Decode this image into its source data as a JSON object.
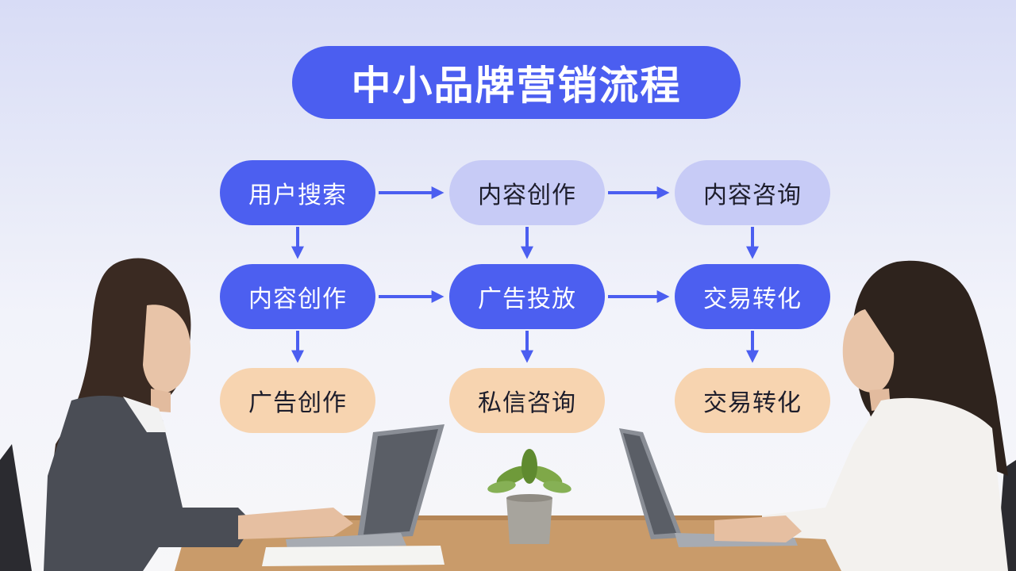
{
  "title": "中小品牌营销流程",
  "rows": [
    [
      {
        "label": "用户搜索",
        "style": "primary"
      },
      {
        "label": "内容创作",
        "style": "light"
      },
      {
        "label": "内容咨询",
        "style": "light"
      }
    ],
    [
      {
        "label": "内容创作",
        "style": "primary"
      },
      {
        "label": "广告投放",
        "style": "primary"
      },
      {
        "label": "交易转化",
        "style": "primary"
      }
    ],
    [
      {
        "label": "广告创作",
        "style": "peach"
      },
      {
        "label": "私信咨询",
        "style": "peach"
      },
      {
        "label": "交易转化",
        "style": "peach"
      }
    ]
  ],
  "colors": {
    "primary": "#4c5ff0",
    "light": "#c7cbf6",
    "peach": "#f7d4b0",
    "arrow": "#4b5ef0"
  },
  "icons": {
    "arrow": "arrow-right-icon",
    "plant": "potted-plant-icon",
    "laptop": "laptop-icon"
  }
}
